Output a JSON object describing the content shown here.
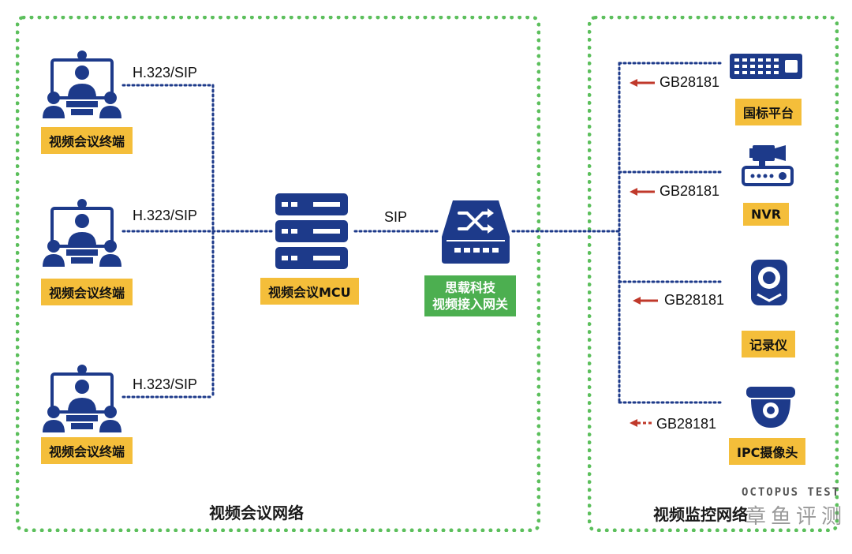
{
  "regions": {
    "video_conference_network": "视频会议网络",
    "video_surveillance_network": "视频监控网络"
  },
  "terminals": [
    {
      "label": "视频会议终端",
      "protocol": "H.323/SIP"
    },
    {
      "label": "视频会议终端",
      "protocol": "H.323/SIP"
    },
    {
      "label": "视频会议终端",
      "protocol": "H.323/SIP"
    }
  ],
  "mcu": {
    "label": "视频会议MCU"
  },
  "gateway": {
    "link_protocol": "SIP",
    "label_line1": "思载科技",
    "label_line2": "视频接入网关"
  },
  "devices": [
    {
      "label": "国标平台",
      "protocol": "GB28181",
      "icon": "server-rack-icon"
    },
    {
      "label": "NVR",
      "protocol": "GB28181",
      "icon": "nvr-icon"
    },
    {
      "label": "记录仪",
      "protocol": "GB28181",
      "icon": "body-camera-icon"
    },
    {
      "label": "IPC摄像头",
      "protocol": "GB28181",
      "icon": "dome-camera-icon"
    }
  ],
  "watermark": {
    "line1": "OCTOPUS TEST",
    "line2": "章鱼评测"
  },
  "colors": {
    "region_border": "#5cbf5c",
    "icon_blue": "#1d3a8a",
    "label_yellow": "#f4be3a",
    "label_green": "#4caf50",
    "arrow_red": "#c0392b",
    "wire": "#1d3a8a"
  }
}
